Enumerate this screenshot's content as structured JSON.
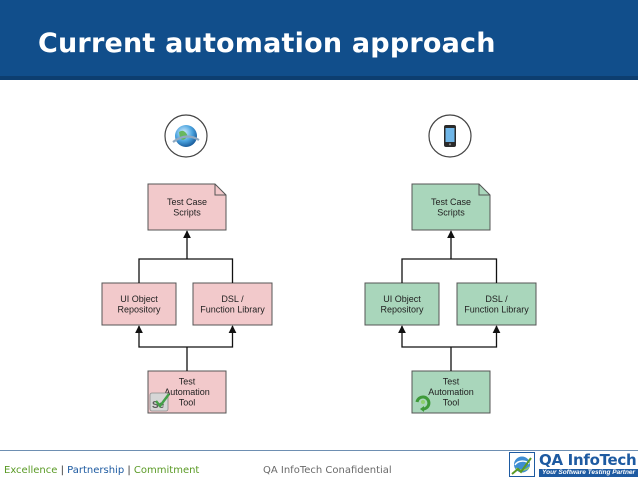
{
  "slide": {
    "title": "Current automation approach"
  },
  "colors": {
    "header": "#114e8b",
    "web_fill": "#f2c9cb",
    "mobile_fill": "#a9d6bb",
    "node_stroke": "#555555",
    "arrow": "#111111",
    "footer_green": "#5a9a25",
    "footer_blue": "#1d5aa1"
  },
  "diagrams": [
    {
      "platform_icon": "globe-icon",
      "nodes": {
        "scripts": "Test Case\nScripts",
        "repository": "UI Object\nRepository",
        "library": "DSL /\nFunction Library",
        "tool": "Test\nAutomation\nTool"
      },
      "tool_icon": "selenium-icon",
      "tool_icon_text": "Se"
    },
    {
      "platform_icon": "smartphone-icon",
      "nodes": {
        "scripts": "Test Case\nScripts",
        "repository": "UI Object\nRepository",
        "library": "DSL /\nFunction Library",
        "tool": "Test\nAutomation\nTool"
      },
      "tool_icon": "recycle-icon"
    }
  ],
  "footer": {
    "excellence": "Excellence",
    "sep1": " | ",
    "partnership": "Partnership",
    "sep2": " | ",
    "commitment": "Commitment",
    "confidential": "QA InfoTech Conafidential"
  },
  "logo": {
    "name": "QA InfoTech",
    "tagline": "Your Software Testing Partner"
  }
}
